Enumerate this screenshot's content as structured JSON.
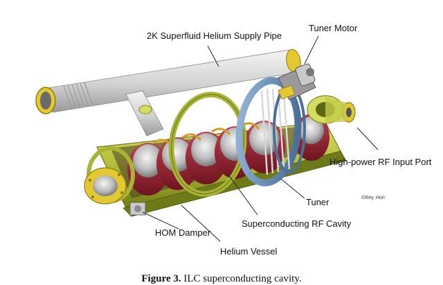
{
  "labels": {
    "supply_pipe": "2K Superfluid Helium Supply Pipe",
    "tuner_motor": "Tuner Motor",
    "rf_input_port": "High-power RF Input Port",
    "tuner": "Tuner",
    "sc_rf_cavity": "Superconducting RF Cavity",
    "hom_damper": "HOM Damper",
    "helium_vessel": "Helium Vessel",
    "credit": "©Rey. Hori"
  },
  "caption": {
    "prefix": "Figure 3.",
    "text": "ILC superconducting cavity."
  },
  "colors": {
    "pipe": "#d8d8d8",
    "vessel": "#b8c23c",
    "vessel_dark": "#7d8a1e",
    "cavity_red": "#8c1e2a",
    "cavity_silver": "#c9c9c9",
    "flange_yellow": "#e3c832",
    "tuner_blue": "#6b8fb8"
  }
}
